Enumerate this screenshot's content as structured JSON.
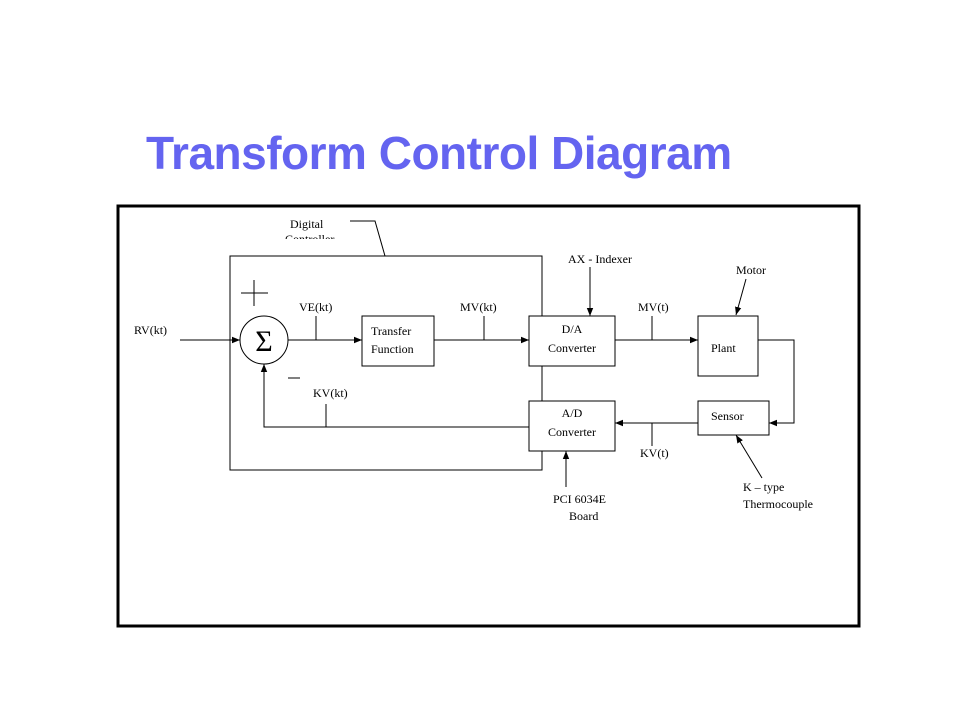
{
  "title": "Transform Control Diagram",
  "colors": {
    "title": "#6464f0",
    "lines": "#000000",
    "background": "#ffffff"
  },
  "diagram": {
    "blocks": {
      "transfer_function": [
        "Transfer",
        "Function"
      ],
      "da_converter": [
        "D/A",
        "Converter"
      ],
      "plant": "Plant",
      "sensor": "Sensor",
      "ad_converter": [
        "A/D",
        "Converter"
      ]
    },
    "summing_junction": {
      "symbol": "Σ",
      "plus": "+",
      "minus": "–"
    },
    "signals": {
      "rv": "RV(kt)",
      "ve": "VE(kt)",
      "mv_discrete": "MV(kt)",
      "mv_continuous": "MV(t)",
      "kv_discrete": "KV(kt)",
      "kv_continuous": "KV(t)"
    },
    "annotations": {
      "digital_controller": [
        "Digital",
        "Controller"
      ],
      "ax_indexer": "AX - Indexer",
      "motor": "Motor",
      "pci_board": [
        "PCI 6034E",
        "Board"
      ],
      "thermocouple": [
        "K – type",
        "Thermocouple"
      ]
    }
  }
}
